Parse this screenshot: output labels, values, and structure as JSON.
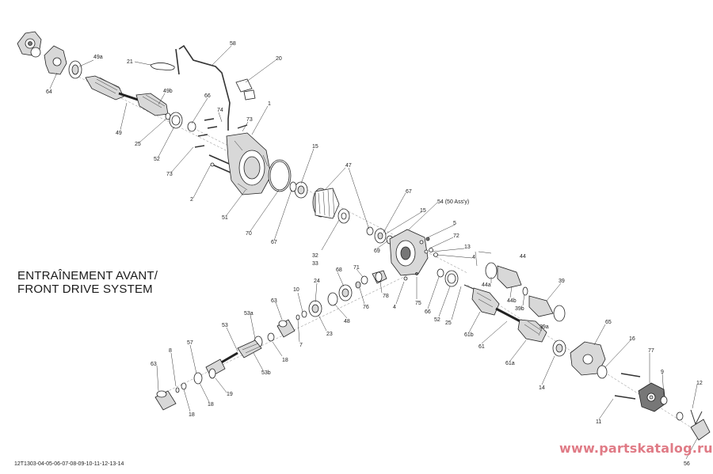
{
  "title_line1": "ENTRAÎNEMENT AVANT/",
  "title_line2": "FRONT DRIVE SYSTEM",
  "drawing_code": "12T1303-04-05-06-07-08-09-10-11-12-13-14",
  "watermark": "www.partskatalog.ru",
  "callouts": [
    {
      "key": "c64",
      "text": "64"
    },
    {
      "key": "c49a",
      "text": "49a"
    },
    {
      "key": "c21",
      "text": "21"
    },
    {
      "key": "c58",
      "text": "58"
    },
    {
      "key": "c20",
      "text": "20"
    },
    {
      "key": "c49b",
      "text": "49b"
    },
    {
      "key": "c66a",
      "text": "66"
    },
    {
      "key": "c49",
      "text": "49"
    },
    {
      "key": "c25a",
      "text": "25"
    },
    {
      "key": "c74",
      "text": "74"
    },
    {
      "key": "c73a",
      "text": "73"
    },
    {
      "key": "c1",
      "text": "1"
    },
    {
      "key": "c52a",
      "text": "52"
    },
    {
      "key": "c73b",
      "text": "73"
    },
    {
      "key": "c15a",
      "text": "15"
    },
    {
      "key": "c2",
      "text": "2"
    },
    {
      "key": "c47",
      "text": "47"
    },
    {
      "key": "c51",
      "text": "51"
    },
    {
      "key": "c70",
      "text": "70"
    },
    {
      "key": "c67a",
      "text": "67"
    },
    {
      "key": "c67b",
      "text": "67"
    },
    {
      "key": "c54",
      "text": "54 (50 Ass'y)"
    },
    {
      "key": "c15b",
      "text": "15"
    },
    {
      "key": "c5",
      "text": "5"
    },
    {
      "key": "c69",
      "text": "69"
    },
    {
      "key": "c72",
      "text": "72"
    },
    {
      "key": "c13",
      "text": "13"
    },
    {
      "key": "c4a",
      "text": "4"
    },
    {
      "key": "c32",
      "text": "32"
    },
    {
      "key": "c33",
      "text": "33"
    },
    {
      "key": "c44",
      "text": "44"
    },
    {
      "key": "c39",
      "text": "39"
    },
    {
      "key": "c68",
      "text": "68"
    },
    {
      "key": "c71",
      "text": "71"
    },
    {
      "key": "c24",
      "text": "24"
    },
    {
      "key": "c44a",
      "text": "44a"
    },
    {
      "key": "c10",
      "text": "10"
    },
    {
      "key": "c63a",
      "text": "63"
    },
    {
      "key": "c44b",
      "text": "44b"
    },
    {
      "key": "c39b",
      "text": "39b"
    },
    {
      "key": "c78",
      "text": "78"
    },
    {
      "key": "c4b",
      "text": "4"
    },
    {
      "key": "c76",
      "text": "76"
    },
    {
      "key": "c75",
      "text": "75"
    },
    {
      "key": "c66b",
      "text": "66"
    },
    {
      "key": "c52b",
      "text": "52"
    },
    {
      "key": "c25b",
      "text": "25"
    },
    {
      "key": "c48",
      "text": "48"
    },
    {
      "key": "c53a",
      "text": "53a"
    },
    {
      "key": "c23",
      "text": "23"
    },
    {
      "key": "c53",
      "text": "53"
    },
    {
      "key": "c61b",
      "text": "61b"
    },
    {
      "key": "c39a",
      "text": "39a"
    },
    {
      "key": "c65",
      "text": "65"
    },
    {
      "key": "c7",
      "text": "7"
    },
    {
      "key": "c57",
      "text": "57"
    },
    {
      "key": "c18a",
      "text": "18"
    },
    {
      "key": "c61",
      "text": "61"
    },
    {
      "key": "c16",
      "text": "16"
    },
    {
      "key": "c8",
      "text": "8"
    },
    {
      "key": "c53b",
      "text": "53b"
    },
    {
      "key": "c61a",
      "text": "61a"
    },
    {
      "key": "c77",
      "text": "77"
    },
    {
      "key": "c63b",
      "text": "63"
    },
    {
      "key": "c14",
      "text": "14"
    },
    {
      "key": "c19",
      "text": "19"
    },
    {
      "key": "c9",
      "text": "9"
    },
    {
      "key": "c12",
      "text": "12"
    },
    {
      "key": "c18b",
      "text": "18"
    },
    {
      "key": "c18c",
      "text": "18"
    },
    {
      "key": "c11",
      "text": "11"
    },
    {
      "key": "c56",
      "text": "56"
    }
  ]
}
